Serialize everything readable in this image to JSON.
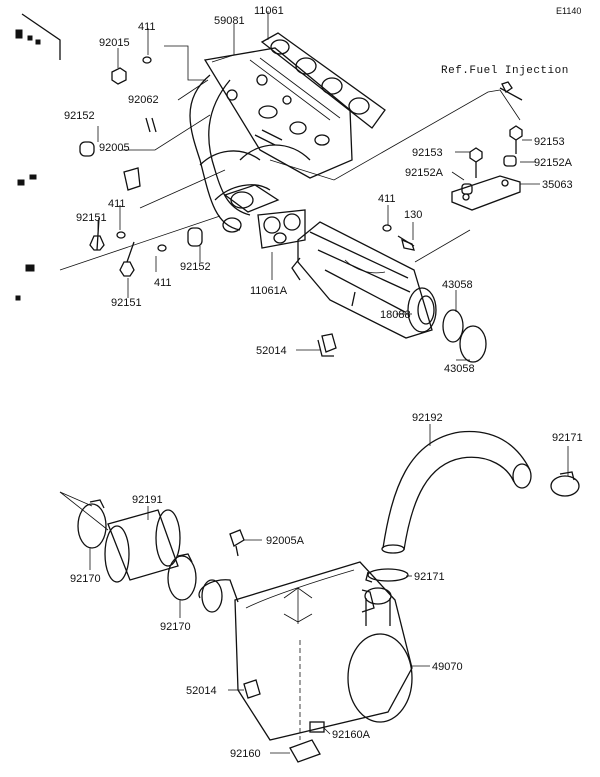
{
  "figure_code": "E1140",
  "ref_note": "Ref.Fuel Injection",
  "labels": {
    "p11061": "11061",
    "p59081": "59081",
    "p411_top": "411",
    "p92015": "92015",
    "p92062": "92062",
    "p92152_left": "92152",
    "p92005": "92005",
    "p411_mid": "411",
    "p92151_upper": "92151",
    "p411_low": "411",
    "p92151_lower": "92151",
    "p92152_center": "92152",
    "p11061A": "11061A",
    "p92153_right": "92153",
    "p92153_left": "92153",
    "p92152A_right": "92152A",
    "p92152A_left": "92152A",
    "p35063": "35063",
    "p411_right": "411",
    "p130": "130",
    "p43058_top": "43058",
    "p18088": "18088",
    "p43058_bottom": "43058",
    "p52014_upper": "52014",
    "p92192": "92192",
    "p92171_right": "92171",
    "p92191": "92191",
    "p92005A": "92005A",
    "p92171_center": "92171",
    "p92170_left": "92170",
    "p92170_center": "92170",
    "p49070": "49070",
    "p52014_lower": "52014",
    "p92160": "92160",
    "p92160A": "92160A"
  }
}
